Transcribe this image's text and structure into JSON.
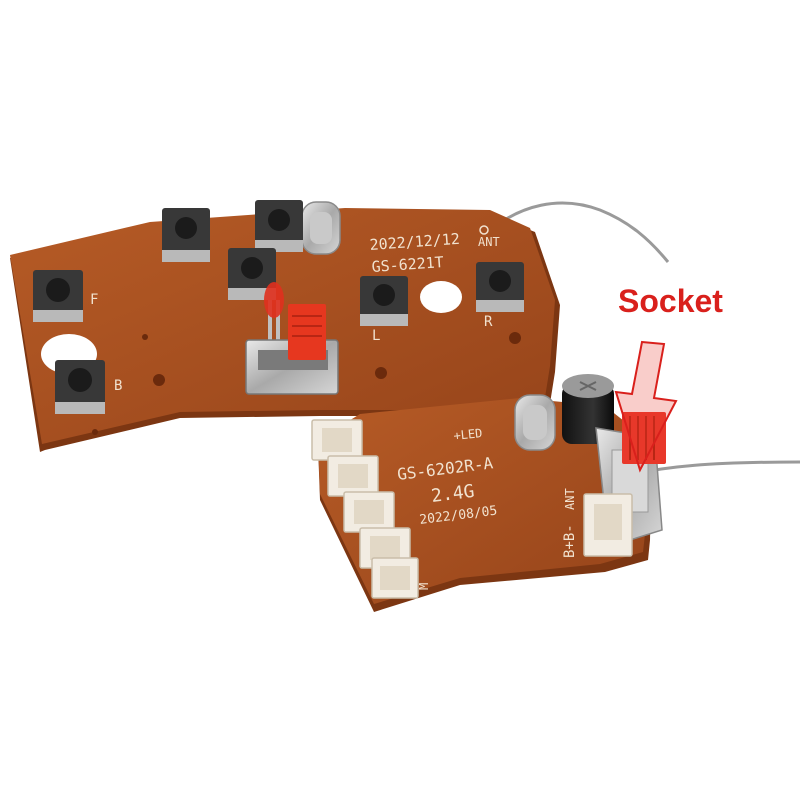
{
  "transmitter_board": {
    "date": "2022/12/12",
    "model": "GS-6221T",
    "antenna_label": "ANT",
    "button_labels": {
      "f": "F",
      "b": "B",
      "l": "L",
      "r": "R"
    }
  },
  "receiver_board": {
    "model": "GS-6202R-A",
    "frequency": "2.4G",
    "date": "2022/08/05",
    "led_label": "+LED",
    "antenna_label": "ANT",
    "battery_label": "B+B-",
    "m_label": "M"
  },
  "callout": {
    "label": "Socket",
    "color": "#d9201c"
  },
  "colors": {
    "pcb": "#a8501f",
    "pcb_edge": "#7c3612",
    "button": "#2a2a2a",
    "switch_knob": "#e6371f",
    "connector": "#f2ece2"
  }
}
